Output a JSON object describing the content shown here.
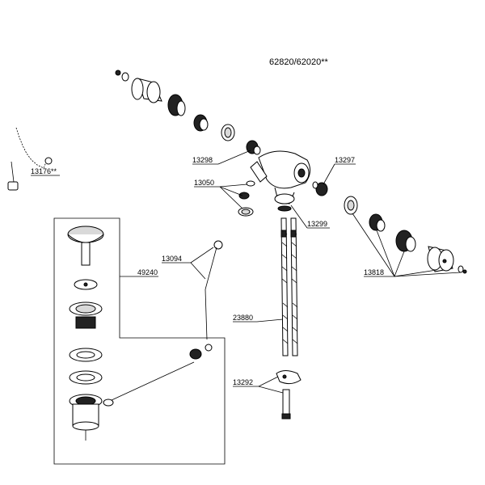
{
  "diagram": {
    "model": "62820/62020**",
    "labels": {
      "chain_plug": "13176**",
      "handle_cartridge_left": "13298",
      "aerator_small_parts": "13050",
      "spout_connector": "13297",
      "flex_connector_ring": "13299",
      "right_handle_parts": "13818",
      "lift_rod": "13094",
      "drain_assembly": "49240",
      "supply_hoses": "23880",
      "mounting_hardware": "13292"
    }
  }
}
